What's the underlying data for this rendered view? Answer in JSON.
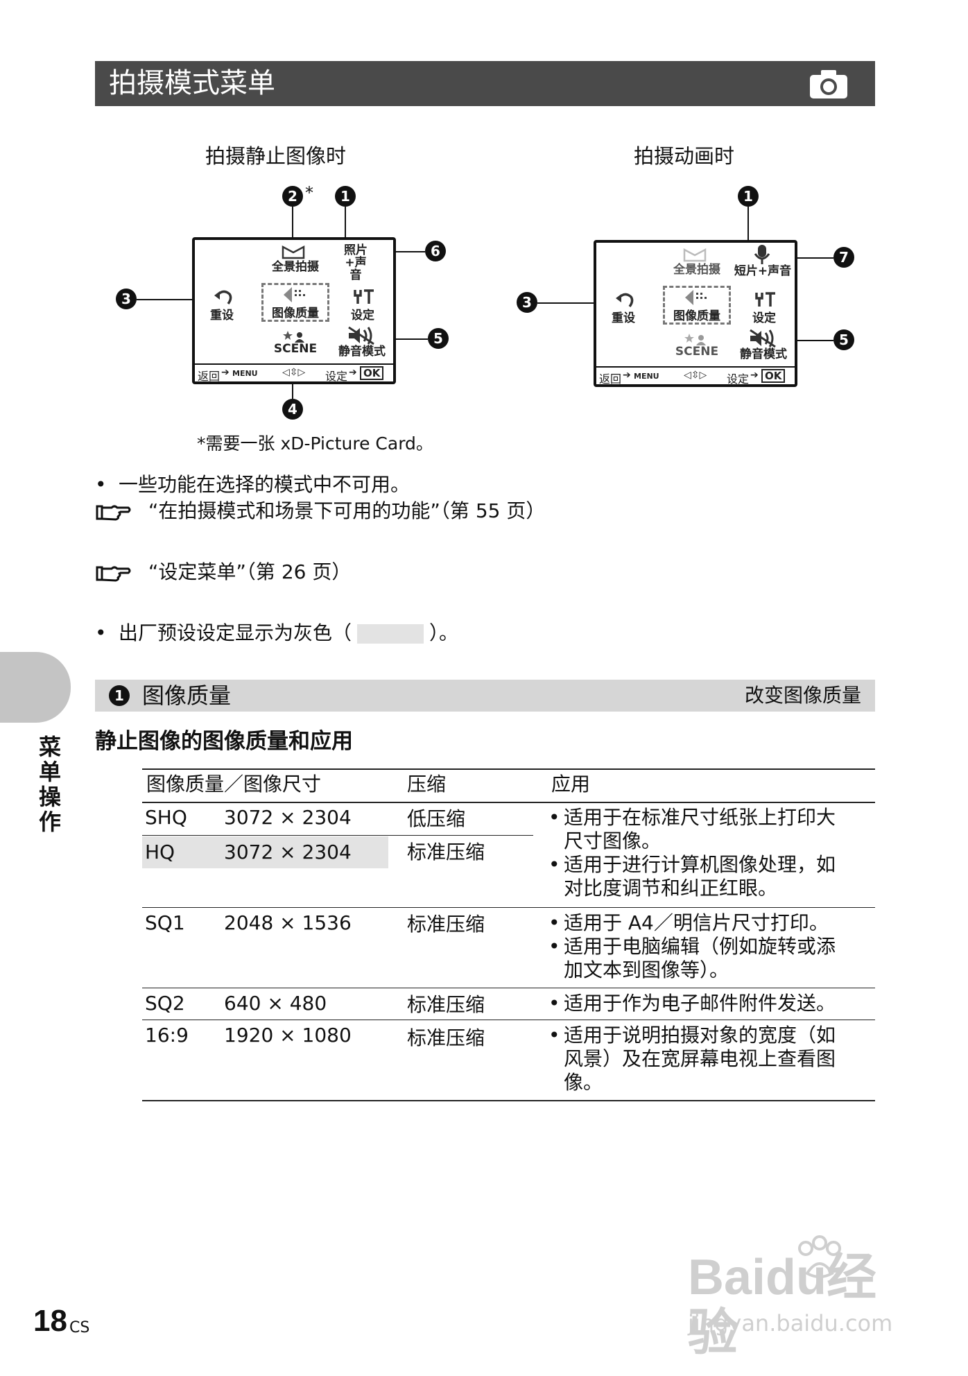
{
  "header": {
    "title": "拍摄模式菜单",
    "icon": "camera-icon"
  },
  "still": {
    "title": "拍摄静止图像时",
    "callout_2": "2",
    "callout_2_mark": "*",
    "callout_1": "1",
    "callout_3": "3",
    "callout_4": "4",
    "callout_5": "5",
    "callout_6": "6",
    "panorama": "全景拍摄",
    "photo_sound_1": "照片",
    "photo_sound_2": "+声音",
    "reset": "重设",
    "quality": "图像质量",
    "setup": "设定",
    "scene": "SCENE",
    "silent": "静音模式",
    "bar_back": "返回",
    "bar_menu": "MENU",
    "bar_set": "设定",
    "bar_ok": "OK"
  },
  "movie": {
    "title": "拍摄动画时",
    "callout_1": "1",
    "callout_3": "3",
    "callout_5": "5",
    "callout_7": "7",
    "panorama": "全景拍摄",
    "short_sound": "短片+声音",
    "reset": "重设",
    "quality": "图像质量",
    "setup": "设定",
    "scene": "SCENE",
    "silent": "静音模式",
    "bar_back": "返回",
    "bar_menu": "MENU",
    "bar_set": "设定",
    "bar_ok": "OK"
  },
  "footnote": "*需要一张 xD-Picture Card。",
  "bullet_1": "一些功能在选择的模式中不可用。",
  "ref_1": "“在拍摄模式和场景下可用的功能”（第 55 页）",
  "ref_2": "“设定菜单”（第 26 页）",
  "bullet_2_before": "出厂预设设定显示为灰色（",
  "bullet_2_after": "）。",
  "section": {
    "num": "1",
    "title": "图像质量",
    "right": "改变图像质量"
  },
  "side_label": "菜单操作",
  "table": {
    "subtitle": "静止图像的图像质量和应用",
    "headers": [
      "图像质量／图像尺寸",
      "压缩",
      "应用"
    ],
    "rows": [
      {
        "q": "SHQ",
        "size": "3072 × 2304",
        "comp": "低压缩"
      },
      {
        "q": "HQ",
        "size": "3072 × 2304",
        "comp": "标准压缩"
      },
      {
        "q": "SQ1",
        "size": "2048 × 1536",
        "comp": "标准压缩"
      },
      {
        "q": "SQ2",
        "size": "640 × 480",
        "comp": "标准压缩"
      },
      {
        "q": "16:9",
        "size": "1920 × 1080",
        "comp": "标准压缩"
      }
    ],
    "app_shq_hq_1": "适用于在标准尺寸纸张上打印大尺寸图像。",
    "app_shq_hq_2": "适用于进行计算机图像处理，如对比度调节和纠正红眼。",
    "app_sq1_1": "适用于 A4／明信片尺寸打印。",
    "app_sq1_2": "适用于电脑编辑（例如旋转或添加文本到图像等）。",
    "app_sq2_1": "适用于作为电子邮件附件发送。",
    "app_169_1": "适用于说明拍摄对象的宽度（如风景）及在宽屏幕电视上查看图像。"
  },
  "page": {
    "number": "18",
    "suffix": "CS"
  },
  "watermark": {
    "text1": "Baidu经验",
    "text2": "jingyan.baidu.com"
  }
}
